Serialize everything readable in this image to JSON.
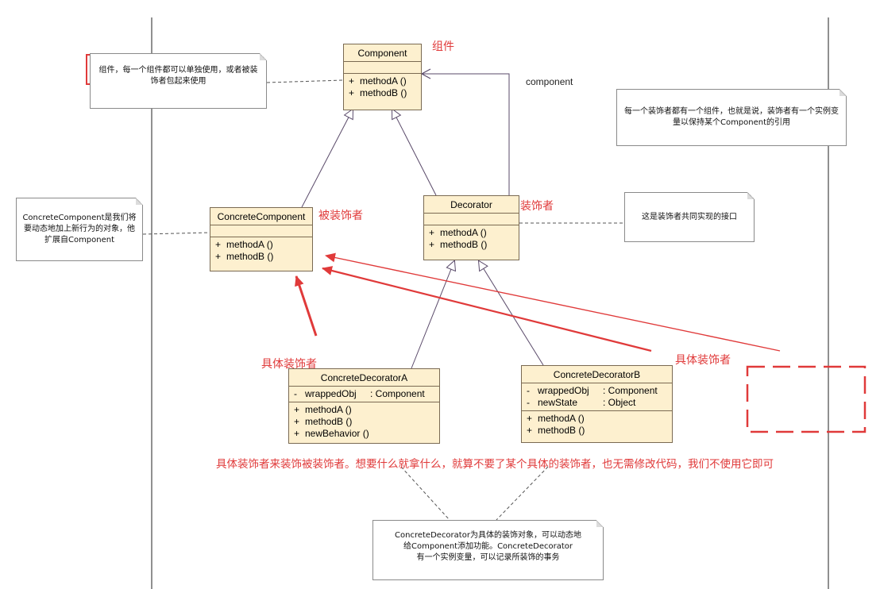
{
  "classes": {
    "component": {
      "name": "Component",
      "methods": [
        "methodA ()",
        "methodB ()"
      ]
    },
    "concrete_component": {
      "name": "ConcreteComponent",
      "methods": [
        "methodA ()",
        "methodB ()"
      ]
    },
    "decorator": {
      "name": "Decorator",
      "methods": [
        "methodA ()",
        "methodB ()"
      ]
    },
    "concrete_decorator_a": {
      "name": "ConcreteDecoratorA",
      "attributes": [
        {
          "vis": "-",
          "name": "wrappedObj",
          "type": ": Component"
        }
      ],
      "methods": [
        "methodA ()",
        "methodB ()",
        "newBehavior ()"
      ]
    },
    "concrete_decorator_b": {
      "name": "ConcreteDecoratorB",
      "attributes": [
        {
          "vis": "-",
          "name": "wrappedObj",
          "type": ": Component"
        },
        {
          "vis": "-",
          "name": "newState",
          "type": ": Object"
        }
      ],
      "methods": [
        "methodA ()",
        "methodB ()"
      ]
    },
    "visibility_public": "+"
  },
  "association_label": "component",
  "notes": {
    "component_highlight": "组件，",
    "component_rest": "每一个组件都可以单独使用，或者被装饰者包起来使用",
    "concrete_component": "ConcreteComponent是我们将要动态地加上新行为的对象，他扩展自Component",
    "decorator_member": "每一个装饰者都有一个组件，也就是说，装饰者有一个实例变量以保持某个Component的引用",
    "decorator_interface": "这是装饰者共同实现的接口",
    "concrete_decorator_line1": "ConcreteDecorator为具体的装饰对象，可以动态地",
    "concrete_decorator_line2": "给Component添加功能。ConcreteDecorator",
    "concrete_decorator_line3": "有一个实例变量，可以记录所装饰的事务"
  },
  "annotations": {
    "component_cn": "组件",
    "concrete_component_cn": "被装饰者",
    "decorator_cn": "装饰者",
    "concrete_decorator_cn_a": "具体装饰者",
    "concrete_decorator_cn_b": "具体装饰者",
    "summary": "具体装饰者来装饰被装饰者。想要什么就拿什么，就算不要了某个具体的装饰者，也无需修改代码，我们不使用它即可"
  },
  "colors": {
    "annotation_red": "#e03a3a",
    "class_fill": "#fdf0cf",
    "class_border": "#7a6a52",
    "relation": "#5a4a6a"
  }
}
